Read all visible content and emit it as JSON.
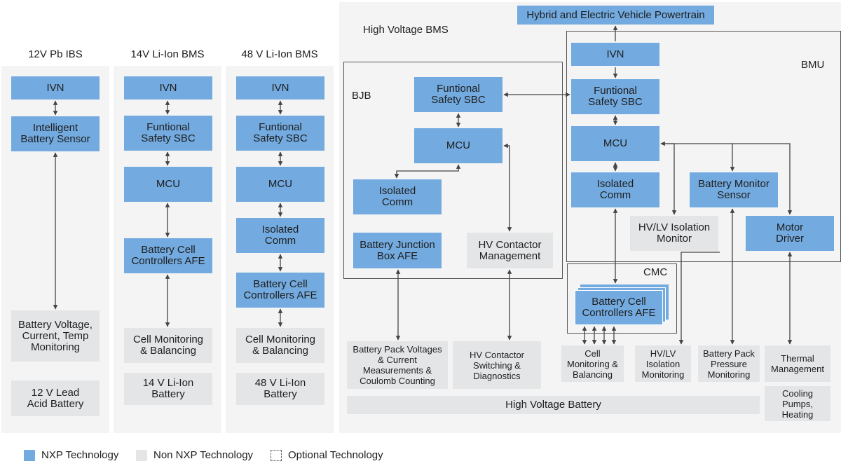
{
  "sections": {
    "ibs": "12V Pb IBS",
    "bms14": "14V Li-Ion BMS",
    "bms48": "48 V Li-Ion BMS",
    "hv": "High Voltage BMS"
  },
  "ibs": {
    "ivn": "IVN",
    "sensor": "Intelligent\nBattery Sensor",
    "measure": "Battery Voltage,\nCurrent, Temp\nMonitoring",
    "battery": "12 V Lead\nAcid Battery"
  },
  "bms14": {
    "ivn": "IVN",
    "sbc": "Funtional\nSafety SBC",
    "mcu": "MCU",
    "afe": "Battery Cell\nControllers AFE",
    "monitoring": "Cell Monitoring\n& Balancing",
    "battery": "14 V Li-Ion\nBattery"
  },
  "bms48": {
    "ivn": "IVN",
    "sbc": "Funtional\nSafety SBC",
    "mcu": "MCU",
    "iso": "Isolated\nComm",
    "afe": "Battery Cell\nControllers AFE",
    "monitoring": "Cell Monitoring\n& Balancing",
    "battery": "48 V Li-Ion\nBattery"
  },
  "hv": {
    "powertrain": "Hybrid and Electric Vehicle Powertrain",
    "bjb_label": "BJB",
    "bmu_label": "BMU",
    "cmc_label": "CMC",
    "bjb_sbc": "Funtional\nSafety SBC",
    "bjb_mcu": "MCU",
    "bjb_iso": "Isolated\nComm",
    "bjb_afe": "Battery Junction\nBox AFE",
    "hv_contactor": "HV Contactor\nManagement",
    "bmu_ivn": "IVN",
    "bmu_sbc": "Funtional\nSafety SBC",
    "bmu_mcu": "MCU",
    "bmu_iso": "Isolated\nComm",
    "monitor_sensor": "Battery Monitor\nSensor",
    "isolation_monitor": "HV/LV Isolation\nMonitor",
    "motor_driver": "Motor\nDriver",
    "cmc_afe": "Battery Cell\nControllers AFE",
    "pack_measure": "Battery Pack Voltages\n& Current\nMeasurements &\nCoulomb Counting",
    "contactor_switching": "HV Contactor\nSwitching &\nDiagnostics",
    "cell_monitoring": "Cell\nMonitoring &\nBalancing",
    "isolation_monitoring": "HV/LV\nIsolation\nMonitoring",
    "pressure_monitoring": "Battery Pack\nPressure\nMonitoring",
    "thermal": "Thermal\nManagement",
    "hv_battery": "High Voltage Battery",
    "cooling": "Cooling Pumps,\nHeating"
  },
  "legend": {
    "nxp": "NXP Technology",
    "non_nxp": "Non NXP Technology",
    "optional": "Optional Technology"
  },
  "colors": {
    "nxp": "#73aadf",
    "non_nxp": "#e3e5e7",
    "panel": "#f4f4f4",
    "line": "#444444"
  }
}
